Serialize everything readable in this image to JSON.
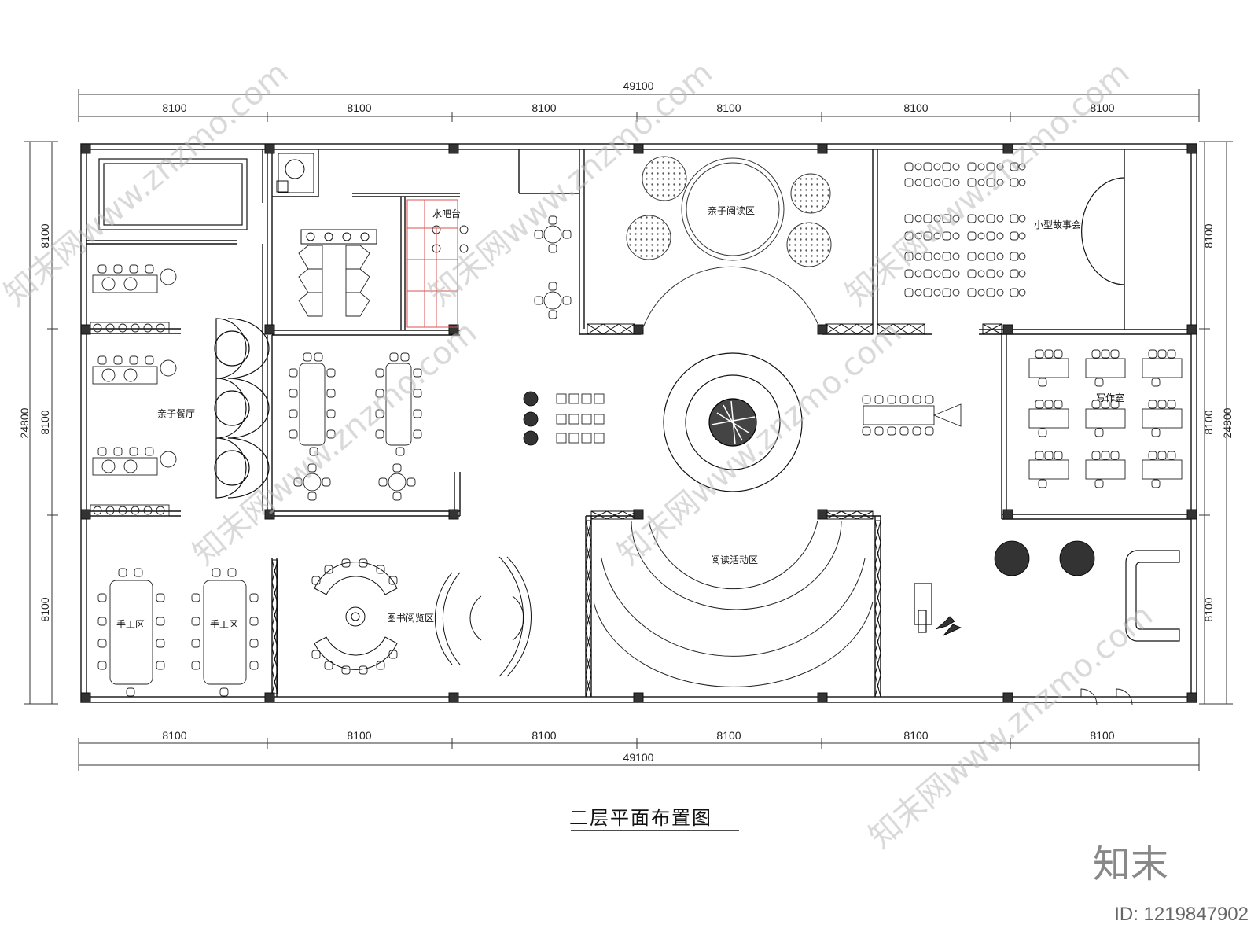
{
  "drawing": {
    "title": "二层平面布置图",
    "total_width": "49100",
    "total_depth": "24800",
    "bays_horizontal": [
      "8100",
      "8100",
      "8100",
      "8100",
      "8100",
      "8100"
    ],
    "bays_vertical": [
      "8100",
      "8100",
      "8100"
    ]
  },
  "rooms": {
    "water_bar": "水吧台",
    "family_reading": "亲子阅读区",
    "story_room": "小型故事会",
    "family_dining": "亲子餐厅",
    "writing_room": "写作室",
    "reading_activity": "阅读活动区",
    "book_reading": "图书阅览区",
    "craft_1": "手工区",
    "craft_2": "手工区"
  },
  "branding": {
    "logo": "知末",
    "id": "ID: 1219847902",
    "watermark": "知末网www.znzmo.com"
  },
  "colors": {
    "line": "#111111",
    "accent": "#d9534f",
    "column": "#333333"
  }
}
